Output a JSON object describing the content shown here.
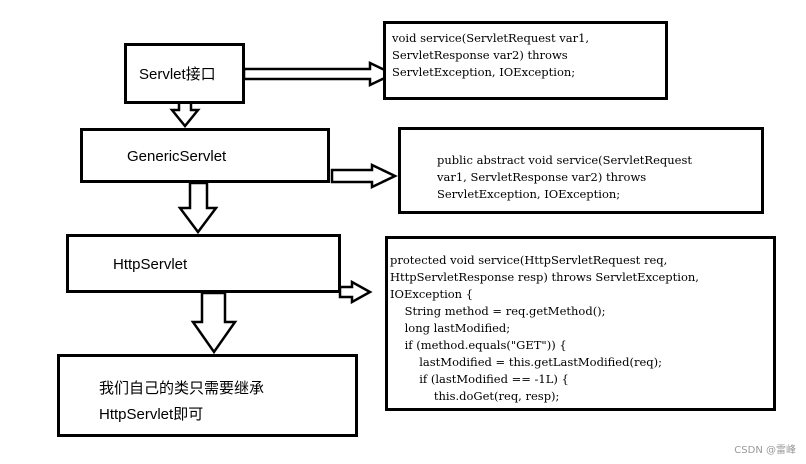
{
  "nodes": {
    "servlet": {
      "label": "Servlet接口"
    },
    "generic": {
      "label": "GenericServlet"
    },
    "http": {
      "label": "HttpServlet"
    },
    "own": {
      "line1": "我们自己的类只需要继承",
      "line2": "HttpServlet即可"
    }
  },
  "code": {
    "servlet": [
      "void service(ServletRequest var1,",
      "ServletResponse var2) throws",
      "ServletException, IOException;"
    ],
    "generic": [
      "public abstract void service(ServletRequest",
      "var1, ServletResponse var2) throws",
      "ServletException, IOException;"
    ],
    "http": [
      "protected void service(HttpServletRequest req,",
      "HttpServletResponse resp) throws ServletException,",
      "IOException {",
      "    String method = req.getMethod();",
      "    long lastModified;",
      "    if (method.equals(\"GET\")) {",
      "        lastModified = this.getLastModified(req);",
      "        if (lastModified == -1L) {",
      "            this.doGet(req, resp);"
    ]
  },
  "watermark": "CSDN @雷峰"
}
